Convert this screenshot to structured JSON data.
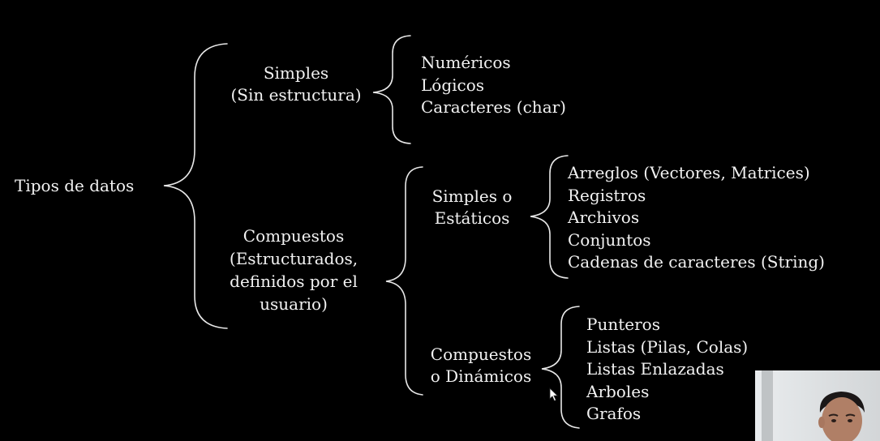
{
  "root": {
    "label": "Tipos de datos"
  },
  "simples": {
    "lines": [
      "Simples",
      "(Sin estructura)"
    ]
  },
  "simples_items": [
    "Numéricos",
    "Lógicos",
    "Caracteres (char)"
  ],
  "compuestos": {
    "lines": [
      "Compuestos",
      "(Estructurados,",
      "definidos por el",
      "usuario)"
    ]
  },
  "estaticos": {
    "lines": [
      "Simples o",
      "Estáticos"
    ]
  },
  "estaticos_items": [
    "Arreglos (Vectores, Matrices)",
    "Registros",
    "Archivos",
    "Conjuntos",
    "Cadenas de caracteres (String)"
  ],
  "dinamicos": {
    "lines": [
      "Compuestos",
      "o Dinámicos"
    ]
  },
  "dinamicos_items": [
    "Punteros",
    "Listas (Pilas, Colas)",
    "Listas Enlazadas",
    "Arboles",
    "Grafos"
  ],
  "icons": {
    "cursor": "mouse-pointer-icon"
  },
  "colors": {
    "background": "#000000",
    "text": "#f2f2f2"
  }
}
